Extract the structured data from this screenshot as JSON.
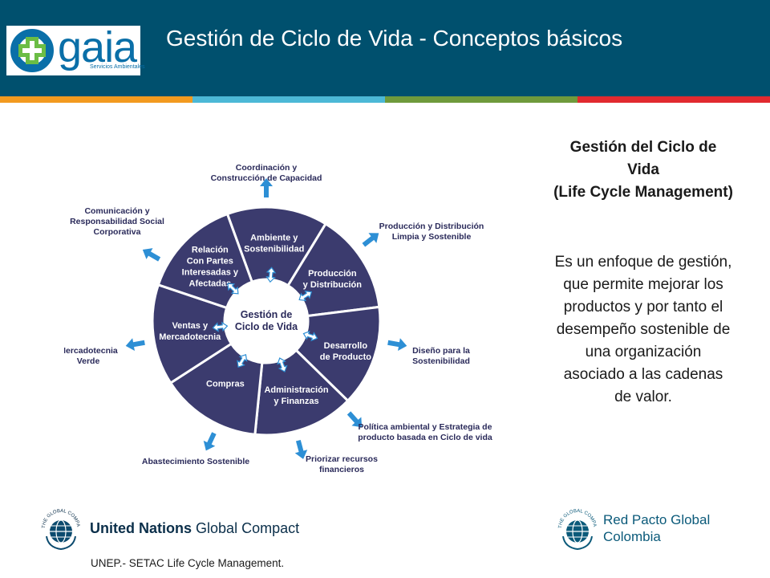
{
  "header": {
    "title": "Gestión de Ciclo de Vida - Conceptos básicos",
    "logo_text": "gaia",
    "logo_subtitle": "Servicios Ambientales"
  },
  "colors": {
    "header_bg": "#00506e",
    "stripe": [
      "#f29a1f",
      "#4cb8d6",
      "#6f9a3c",
      "#e12a2f"
    ],
    "wheel": "#3b3b6e",
    "arrow": "#2d8fd5"
  },
  "sidebar": {
    "heading_lines": [
      "Gestión del Ciclo de",
      "Vida",
      "(Life Cycle Management)"
    ],
    "body_lines": [
      "Es un enfoque de gestión,",
      "que permite mejorar los",
      "productos y por tanto el",
      "desempeño sostenible de",
      "una organización",
      "asociado a las cadenas",
      "de valor."
    ]
  },
  "diagram": {
    "center_lines": [
      "Gestión de",
      "Ciclo de Vida"
    ],
    "segments": [
      {
        "lines": [
          "Ambiente y",
          "Sostenibilidad"
        ]
      },
      {
        "lines": [
          "Producción",
          "y Distribución"
        ]
      },
      {
        "lines": [
          "Desarrollo",
          "de Producto"
        ]
      },
      {
        "lines": [
          "Administración",
          "y Finanzas"
        ]
      },
      {
        "lines": [
          "Compras"
        ]
      },
      {
        "lines": [
          "Ventas y",
          "Mercadotecnia"
        ]
      },
      {
        "lines": [
          "Relación",
          "Con Partes",
          "Interesadas y",
          "Afectadas"
        ]
      }
    ],
    "outer_labels": [
      {
        "lines": [
          "Coordinación y",
          "Construcción de Capacidad"
        ]
      },
      {
        "lines": [
          "Producción y Distribución",
          "Limpia y Sostenible"
        ]
      },
      {
        "lines": [
          "Diseño para la",
          "Sostenibilidad"
        ]
      },
      {
        "lines": [
          "Política ambiental y Estrategia de",
          "producto basada en Ciclo de vida"
        ]
      },
      {
        "lines": [
          "Priorizar  recursos",
          "financieros"
        ]
      },
      {
        "lines": [
          "Abastecimiento Sostenible"
        ]
      },
      {
        "lines": [
          "Mercadotecnia",
          "Verde"
        ]
      },
      {
        "lines": [
          "Comunicación y",
          "Responsabilidad Social",
          "Corporativa"
        ]
      }
    ]
  },
  "footer": {
    "un_logo_text": "THE GLOBAL COMPACT",
    "un_bold": "United Nations",
    "un_regular": "Global Compact",
    "red_logo_text": "THE GLOBAL COMPACT",
    "red_lines": [
      "Red Pacto Global",
      "Colombia"
    ],
    "source": "UNEP.- SETAC Life Cycle Management."
  }
}
